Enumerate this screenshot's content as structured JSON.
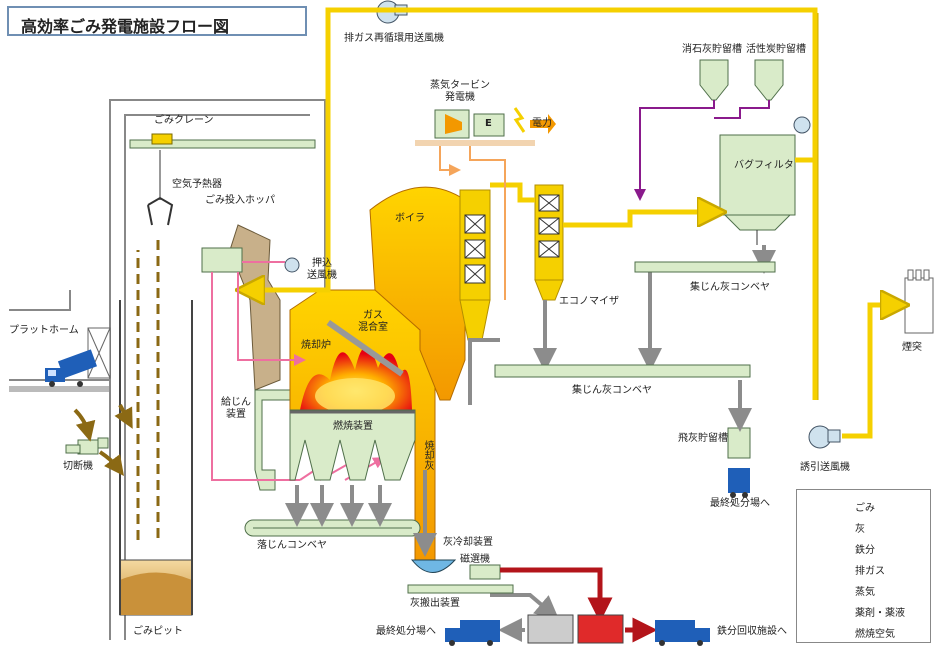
{
  "title": "高効率ごみ発電施設フロー図",
  "labels": {
    "exhaust_recirc_fan": "排ガス再循環用送風機",
    "lime_tank": "消石灰貯留槽",
    "carbon_tank": "活性炭貯留槽",
    "steam_turbine": "蒸気タービン\n発電機",
    "generator_letter": "E",
    "power": "電力",
    "crane": "ごみクレーン",
    "air_preheater": "空気予熱器",
    "hopper": "ごみ投入ホッパ",
    "push_fan": "押込\n送風機",
    "boiler": "ボイラ",
    "gas_mixing": "ガス\n混合室",
    "bag_filter": "バグフィルタ",
    "economizer": "エコノマイザ",
    "dust_conveyor_1": "集じん灰コンベヤ",
    "dust_conveyor_2": "集じん灰コンベヤ",
    "platform": "プラットホーム",
    "incinerator": "焼却炉",
    "feeder": "給じん\n装置",
    "combustion_device": "燃焼装置",
    "incineration_ash": "焼却灰",
    "fly_ash_tank": "飛灰貯留槽",
    "induced_fan": "誘引送風機",
    "chimney": "煙突",
    "shredder": "切断機",
    "drop_conveyor": "落じんコンベヤ",
    "ash_cooler": "灰冷却装置",
    "magnetic_separator": "磁選機",
    "ash_unloader": "灰搬出装置",
    "final_disposal_1": "最終処分場へ",
    "final_disposal_2": "最終処分場へ",
    "iron_recovery": "鉄分回収施設へ",
    "pit": "ごみピット"
  },
  "legend": [
    {
      "label": "ごみ",
      "color": "#8b6914",
      "icon": "thick-arrow"
    },
    {
      "label": "灰",
      "color": "#8c8c8c",
      "icon": "thick-arrow"
    },
    {
      "label": "鉄分",
      "color": "#b3141a",
      "icon": "thick-arrow"
    },
    {
      "label": "排ガス",
      "color": "#f5d000",
      "icon": "thick-arrow"
    },
    {
      "label": "蒸気",
      "color": "#f5a55a",
      "icon": "thin-arrow"
    },
    {
      "label": "薬剤・薬液",
      "color": "#8a1a8c",
      "icon": "thin-arrow"
    },
    {
      "label": "燃焼空気",
      "color": "#ee6fa0",
      "icon": "thin-arrow"
    }
  ],
  "colors": {
    "waste": "#8b6914",
    "ash": "#8c8c8c",
    "iron": "#b3141a",
    "exhaust": "#f5d000",
    "steam": "#f5a55a",
    "chemical": "#8a1a8c",
    "combustion_air": "#ee6fa0",
    "equipment_fill": "#d9ebc9",
    "equipment_stroke": "#4f6f4a",
    "truck": "#1f5fb8"
  }
}
